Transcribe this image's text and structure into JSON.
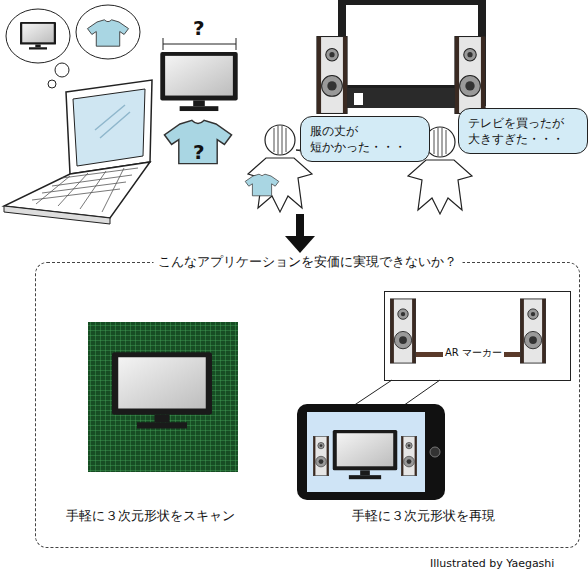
{
  "diagram": {
    "nodes": [
      {
        "text": [
          "服の丈が 短かかった・・・"
        ]
      },
      {
        "text": [
          "テレビを買ったが 大きすぎた・・・"
        ]
      },
      {
        "text": [
          "こんなアプリケーションを安価に実現できないか？"
        ]
      },
      {
        "text": [
          "AR マーカー"
        ],
        "in": 2
      }
    ],
    "labels": [
      "?",
      "?",
      "手軽に３次元形状をスキャン",
      "手軽に３次元形状を再現",
      "Illustrated by Yaegashi"
    ]
  }
}
